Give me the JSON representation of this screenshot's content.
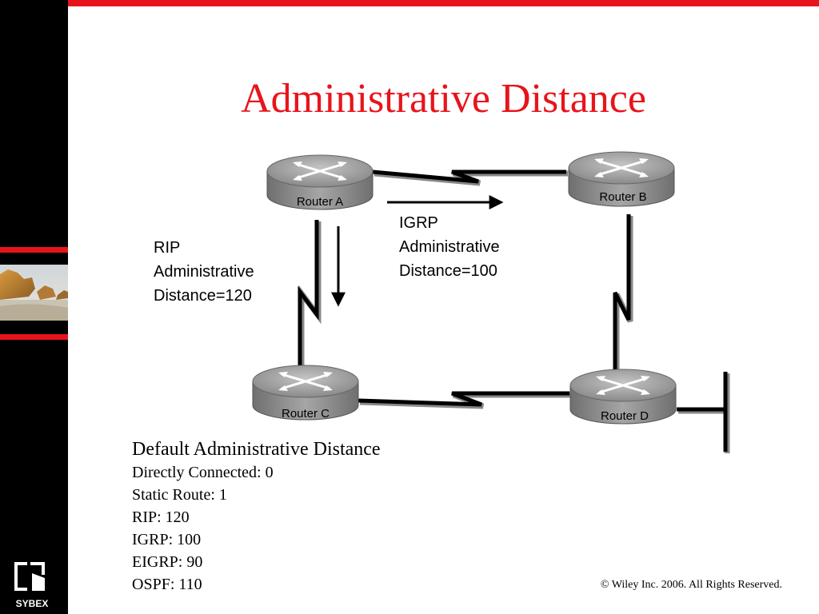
{
  "slide": {
    "title": "Administrative Distance",
    "copyright": "© Wiley Inc. 2006. All Rights Reserved.",
    "accent_color": "#e8141b"
  },
  "brand": {
    "logo_text": "SYBEX",
    "logo_icon": "sybex-logo-icon"
  },
  "diagram": {
    "routers": [
      {
        "id": "a",
        "label": "Router A"
      },
      {
        "id": "b",
        "label": "Router B"
      },
      {
        "id": "c",
        "label": "Router C"
      },
      {
        "id": "d",
        "label": "Router D"
      }
    ],
    "rip": {
      "lines": [
        "RIP",
        "Administrative",
        "Distance=120"
      ]
    },
    "igrp": {
      "lines": [
        "IGRP",
        "Administrative",
        "Distance=100"
      ]
    }
  },
  "defaults": {
    "title": "Default Administrative Distance",
    "items": [
      "Directly Connected: 0",
      "Static Route: 1",
      "RIP: 120",
      "IGRP: 100",
      "EIGRP: 90",
      "OSPF: 110"
    ]
  }
}
